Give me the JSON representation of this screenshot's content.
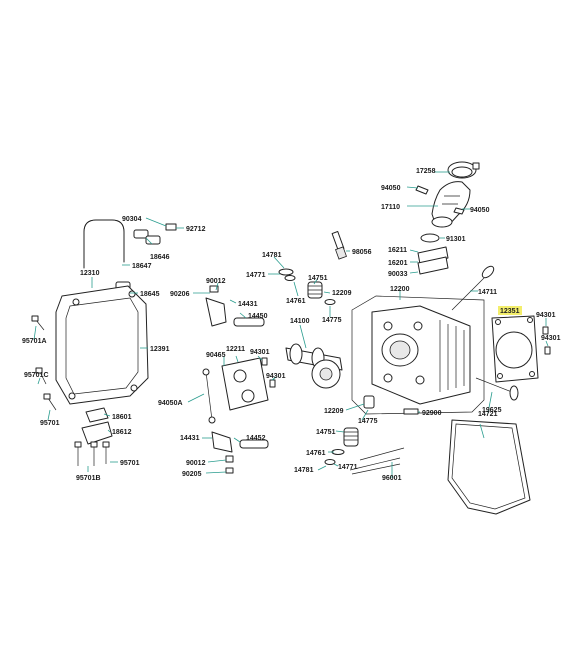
{
  "callouts": [
    {
      "id": "c17258",
      "text": "17258"
    },
    {
      "id": "c94050a",
      "text": "94050"
    },
    {
      "id": "c17110",
      "text": "17110"
    },
    {
      "id": "c94050b",
      "text": "94050"
    },
    {
      "id": "c91301",
      "text": "91301"
    },
    {
      "id": "c90304",
      "text": "90304"
    },
    {
      "id": "c92712",
      "text": "92712"
    },
    {
      "id": "c18646",
      "text": "18646"
    },
    {
      "id": "c18647",
      "text": "18647"
    },
    {
      "id": "c12310",
      "text": "12310"
    },
    {
      "id": "c18645",
      "text": "18645"
    },
    {
      "id": "c90012a",
      "text": "90012"
    },
    {
      "id": "c90206",
      "text": "90206"
    },
    {
      "id": "c14431a",
      "text": "14431"
    },
    {
      "id": "c14450",
      "text": "14450"
    },
    {
      "id": "c14781a",
      "text": "14781"
    },
    {
      "id": "c14771a",
      "text": "14771"
    },
    {
      "id": "c14761a",
      "text": "14761"
    },
    {
      "id": "c14751a",
      "text": "14751"
    },
    {
      "id": "c12209a",
      "text": "12209"
    },
    {
      "id": "c14775a",
      "text": "14775"
    },
    {
      "id": "c98056",
      "text": "98056"
    },
    {
      "id": "c16211",
      "text": "16211"
    },
    {
      "id": "c16201",
      "text": "16201"
    },
    {
      "id": "c90033",
      "text": "90033"
    },
    {
      "id": "c12200",
      "text": "12200"
    },
    {
      "id": "c14711",
      "text": "14711"
    },
    {
      "id": "c12351",
      "text": "12351"
    },
    {
      "id": "c94301a",
      "text": "94301"
    },
    {
      "id": "c94301b",
      "text": "94301"
    },
    {
      "id": "c95701A",
      "text": "95701A"
    },
    {
      "id": "c12391",
      "text": "12391"
    },
    {
      "id": "c14100",
      "text": "14100"
    },
    {
      "id": "c90465",
      "text": "90465"
    },
    {
      "id": "c12211",
      "text": "12211"
    },
    {
      "id": "c94301c",
      "text": "94301"
    },
    {
      "id": "c94301d",
      "text": "94301"
    },
    {
      "id": "c95701C",
      "text": "95701C"
    },
    {
      "id": "c94050A",
      "text": "94050A"
    },
    {
      "id": "c95701",
      "text": "95701"
    },
    {
      "id": "c18601",
      "text": "18601"
    },
    {
      "id": "c18612",
      "text": "18612"
    },
    {
      "id": "c12209b",
      "text": "12209"
    },
    {
      "id": "c14775b",
      "text": "14775"
    },
    {
      "id": "c92900",
      "text": "92900"
    },
    {
      "id": "c14721",
      "text": "14721"
    },
    {
      "id": "c19625",
      "text": "19625"
    },
    {
      "id": "c14431b",
      "text": "14431"
    },
    {
      "id": "c14452",
      "text": "14452"
    },
    {
      "id": "c14751b",
      "text": "14751"
    },
    {
      "id": "c14761b",
      "text": "14761"
    },
    {
      "id": "c14771b",
      "text": "14771"
    },
    {
      "id": "c14781b",
      "text": "14781"
    },
    {
      "id": "c95701b",
      "text": "95701"
    },
    {
      "id": "c90012b",
      "text": "90012"
    },
    {
      "id": "c90205",
      "text": "90205"
    },
    {
      "id": "c96001",
      "text": "96001"
    },
    {
      "id": "c95701B",
      "text": "95701B"
    }
  ],
  "colors": {
    "leader": "#2a9d8f",
    "highlight": "#f3ee6b",
    "ink": "#222222"
  }
}
